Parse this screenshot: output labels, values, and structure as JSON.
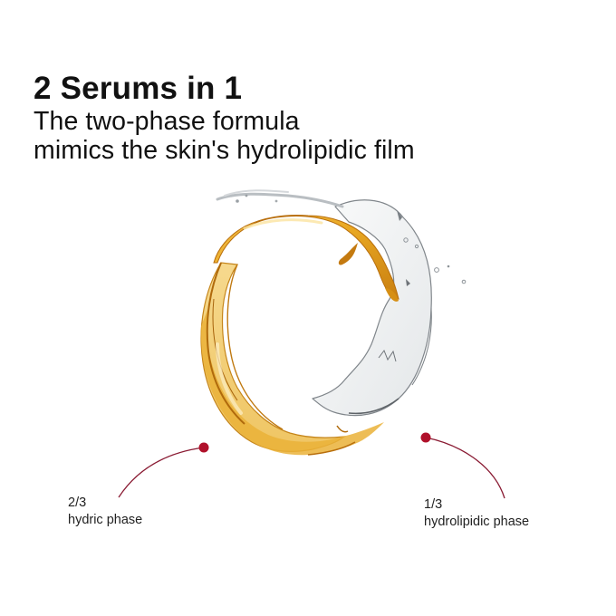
{
  "headline": {
    "title": "2 Serums in 1",
    "subtitle_line1": "The two-phase formula",
    "subtitle_line2": "mimics the skin's hydrolipidic film"
  },
  "illustration": {
    "subject": "splash-ring",
    "oil_color": "#E8A521",
    "oil_dark": "#B86E0C",
    "water_color": "#EEF0F1",
    "water_edge": "#6E7378"
  },
  "callouts": [
    {
      "fraction": "2/3",
      "phase": "hydric phase",
      "dot_color": "#B0112B",
      "line_color": "#8A1B33"
    },
    {
      "fraction": "1/3",
      "phase": "hydrolipidic phase",
      "dot_color": "#B0112B",
      "line_color": "#8A1B33"
    }
  ]
}
